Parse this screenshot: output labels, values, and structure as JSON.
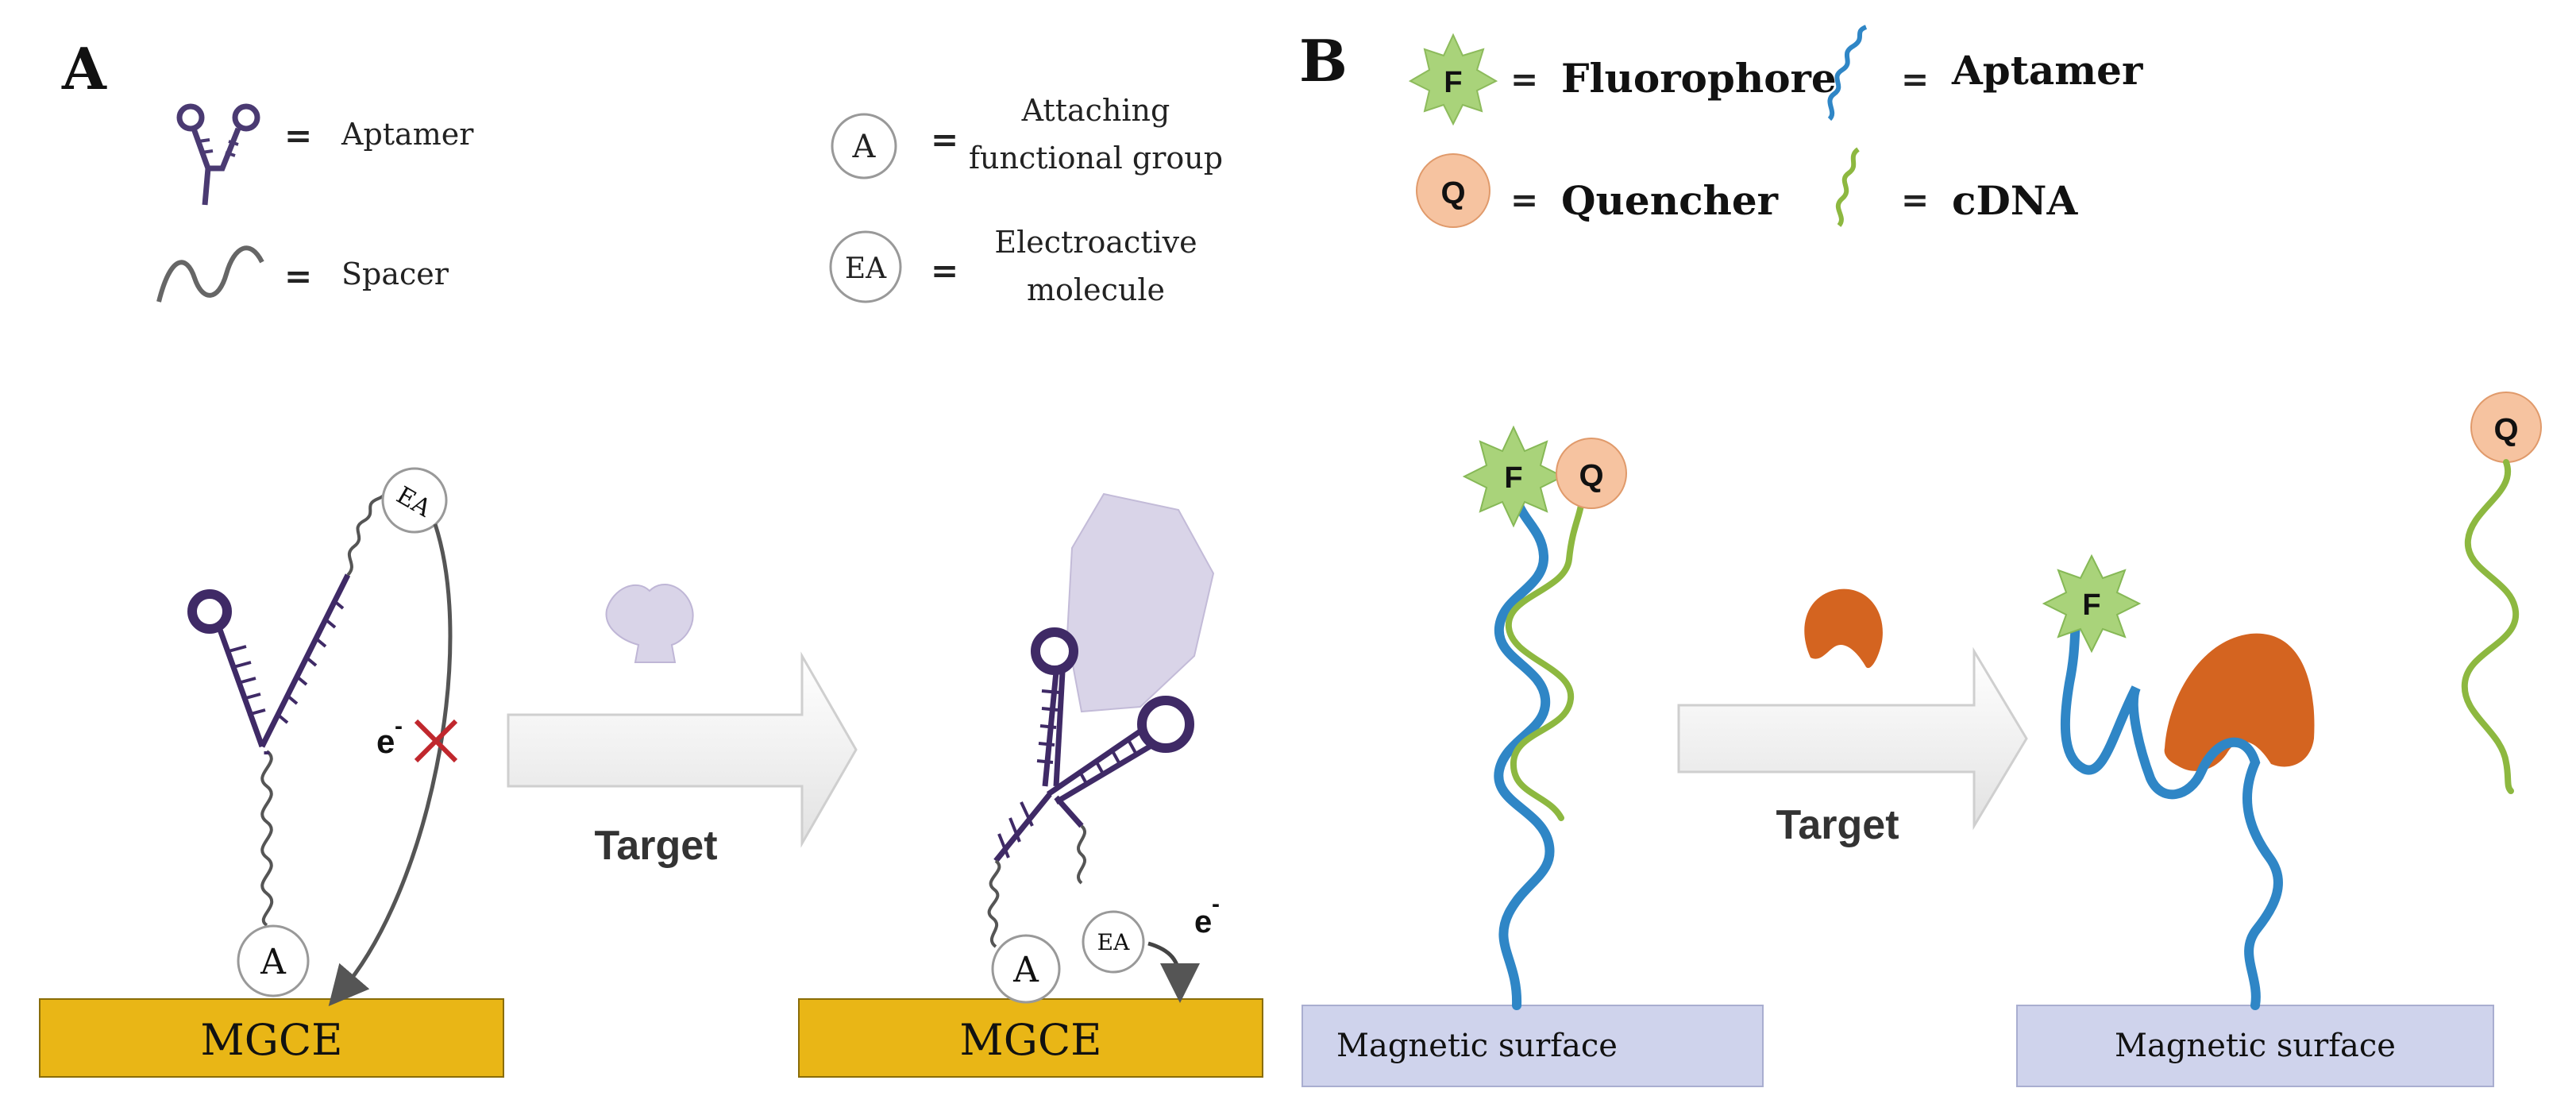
{
  "panel_a": {
    "label": "A",
    "legend": {
      "aptamer": {
        "symbol_icon": "aptamer-hairpin-icon",
        "eq": "=",
        "text": "Aptamer"
      },
      "spacer": {
        "symbol_icon": "spacer-wave-icon",
        "eq": "=",
        "text": "Spacer"
      },
      "attaching": {
        "symbol": "A",
        "eq": "=",
        "line1": "Attaching",
        "line2": "functional group"
      },
      "electroactive": {
        "symbol": "EA",
        "eq": "=",
        "line1": "Electroactive",
        "line2": "molecule"
      }
    },
    "scene": {
      "left_anchor": "A",
      "left_ea": "EA",
      "electron": "e",
      "electron_sup": "-",
      "blocked_icon": "red-x-icon",
      "arrow_label": "Target",
      "right_anchor": "A",
      "right_ea": "EA",
      "right_electron": "e",
      "right_electron_sup": "-",
      "electrode_left": "MGCE",
      "electrode_right": "MGCE"
    }
  },
  "panel_b": {
    "label": "B",
    "legend": {
      "fluorophore": {
        "symbol": "F",
        "eq": "=",
        "text": "Fluorophore"
      },
      "quencher": {
        "symbol": "Q",
        "eq": "=",
        "text": "Quencher"
      },
      "aptamer": {
        "symbol_icon": "blue-strand-icon",
        "eq": "=",
        "text": "Aptamer"
      },
      "cdna": {
        "symbol_icon": "green-strand-icon",
        "eq": "=",
        "text": "cDNA"
      }
    },
    "scene": {
      "left_f": "F",
      "left_q": "Q",
      "arrow_label": "Target",
      "right_f": "F",
      "free_q": "Q",
      "surface_left": "Magnetic surface",
      "surface_right": "Magnetic surface"
    }
  },
  "colors": {
    "electrode": "#E9B616",
    "surface": "#CFD3EC",
    "aptamer_purple": "#3F2A66",
    "target_a": "#D9D4E8",
    "aptamer_blue": "#2F86C6",
    "cdna_green": "#8DB840",
    "fluorophore": "#A9D37A",
    "quencher": "#F6C3A0",
    "target_b": "#D46420",
    "block_red": "#C0272D"
  }
}
